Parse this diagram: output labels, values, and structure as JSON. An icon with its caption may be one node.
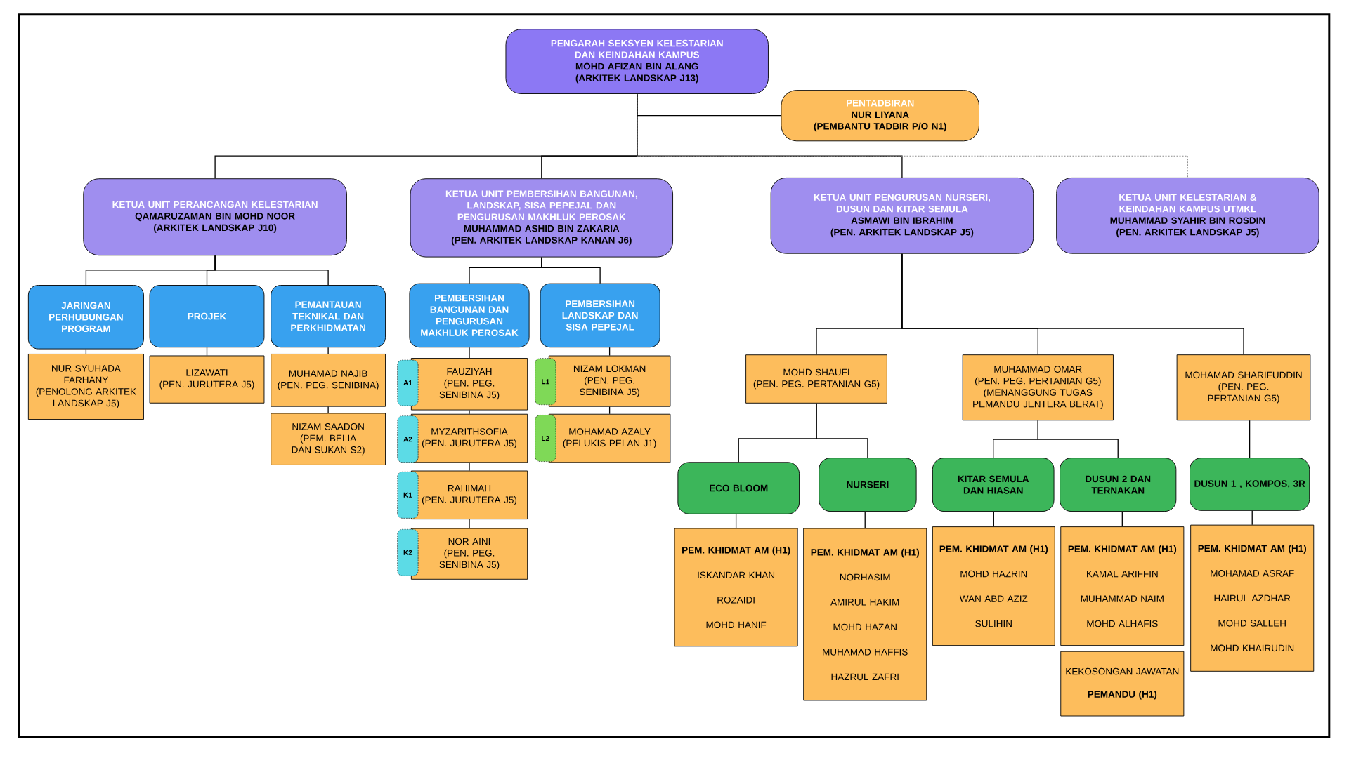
{
  "diagram": {
    "nodes": [
      {
        "text": [
          "PENGARAH SEKSYEN KELESTARIAN DAN KEINDAHAN KAMPUS",
          "MOHD AFIZAN BIN ALANG",
          "(ARKITEK LANDSKAP J13)"
        ]
      },
      {
        "text": [
          "PENTADBIRAN",
          "NUR LIYANA",
          "(PEMBANTU TADBIR P/O N1)"
        ]
      },
      {
        "text": [
          "KETUA UNIT PERANCANGAN KELESTARIAN",
          "QAMARUZAMAN BIN MOHD NOOR",
          "(ARKITEK LANDSKAP J10)"
        ]
      },
      {
        "text": [
          "KETUA UNIT PEMBERSIHAN BANGUNAN, LANDSKAP, SISA PEPEJAL DAN PENGURUSAN MAKHLUK PEROSAK",
          "MUHAMMAD ASHID BIN ZAKARIA",
          "(PEN. ARKITEK LANDSKAP KANAN J6)"
        ]
      },
      {
        "text": [
          "KETUA UNIT PENGURUSAN NURSERI, DUSUN DAN KITAR SEMULA",
          "ASMAWI BIN IBRAHIM",
          "(PEN. ARKITEK LANDSKAP J5)"
        ]
      },
      {
        "text": [
          "KETUA UNIT KELESTARIAN & KEINDAHAN KAMPUS UTMKL",
          "MUHAMMAD SYAHIR BIN ROSDIN",
          "(PEN. ARKITEK LANDSKAP J5)"
        ]
      },
      {
        "text": [
          "JARINGAN PERHUBUNGAN PROGRAM"
        ]
      },
      {
        "text": [
          "PROJEK"
        ]
      },
      {
        "text": [
          "PEMANTAUAN TEKNIKAL DAN PERKHIDMATAN"
        ]
      },
      {
        "text": [
          "PEMBERSIHAN BANGUNAN DAN PENGURUSAN MAKHLUK PEROSAK"
        ]
      },
      {
        "text": [
          "PEMBERSIHAN LANDSKAP DAN SISA PEPEJAL"
        ]
      },
      {
        "text": [
          "NUR SYUHADA FARHANY",
          "(PENOLONG ARKITEK LANDSKAP J5)"
        ]
      },
      {
        "text": [
          "LIZAWATI",
          "(PEN. JURUTERA J5)"
        ]
      },
      {
        "text": [
          "MUHAMAD NAJIB",
          "(PEN. PEG. SENIBINA)"
        ]
      },
      {
        "text": [
          "NIZAM SAADON",
          "(PEM. BELIA DAN SUKAN S2)"
        ]
      },
      {
        "text": [
          "A1"
        ]
      },
      {
        "text": [
          "FAUZIYAH",
          "(PEN. PEG. SENIBINA J5)"
        ]
      },
      {
        "text": [
          "A2"
        ]
      },
      {
        "text": [
          "MYZARITHSOFIA",
          "(PEN. JURUTERA J5)"
        ]
      },
      {
        "text": [
          "K1"
        ]
      },
      {
        "text": [
          "RAHIMAH",
          "(PEN. JURUTERA J5)"
        ]
      },
      {
        "text": [
          "K2"
        ]
      },
      {
        "text": [
          "NOR AINI",
          "(PEN. PEG. SENIBINA J5)"
        ]
      },
      {
        "text": [
          "L1"
        ]
      },
      {
        "text": [
          "NIZAM LOKMAN",
          "(PEN. PEG. SENIBINA J5)"
        ]
      },
      {
        "text": [
          "L2"
        ]
      },
      {
        "text": [
          "MOHAMAD AZALY",
          "(PELUKIS PELAN J1)"
        ]
      },
      {
        "text": [
          "MOHD SHAUFI",
          "(PEN. PEG. PERTANIAN G5)"
        ]
      },
      {
        "text": [
          "MUHAMMAD OMAR",
          "(PEN. PEG. PERTANIAN G5)",
          "(MENANGGUNG TUGAS PEMANDU JENTERA BERAT)"
        ]
      },
      {
        "text": [
          "MOHAMAD SHARIFUDDIN",
          "(PEN. PEG. PERTANIAN G5)"
        ]
      },
      {
        "text": [
          "ECO BLOOM"
        ]
      },
      {
        "text": [
          "NURSERI"
        ]
      },
      {
        "text": [
          "KITAR SEMULA DAN HIASAN"
        ]
      },
      {
        "text": [
          "DUSUN 2 DAN TERNAKAN"
        ]
      },
      {
        "text": [
          "DUSUN 1 , KOMPOS, 3R"
        ]
      },
      {
        "text": [
          "PEM. KHIDMAT AM (H1)",
          "ISKANDAR KHAN",
          "ROZAIDI",
          "MOHD HANIF"
        ]
      },
      {
        "text": [
          "PEM. KHIDMAT AM (H1)",
          "NORHASIM",
          "AMIRUL HAKIM",
          "MOHD HAZAN",
          "MUHAMAD HAFFIS",
          "HAZRUL ZAFRI"
        ]
      },
      {
        "text": [
          "PEM. KHIDMAT AM (H1)",
          "MOHD HAZRIN",
          "WAN ABD AZIZ",
          "SULIHIN"
        ]
      },
      {
        "text": [
          "PEM. KHIDMAT AM (H1)",
          "KAMAL ARIFFIN",
          "MUHAMMAD NAIM",
          "MOHD ALHAFIS"
        ]
      },
      {
        "text": [
          "KEKOSONGAN JAWATAN",
          "PEMANDU (H1)"
        ]
      },
      {
        "text": [
          "PEM. KHIDMAT AM (H1)",
          "MOHAMAD ASRAF",
          "HAIRUL AZDHAR",
          "MOHD SALLEH",
          "MOHD KHAIRUDIN"
        ]
      }
    ],
    "edges": [
      {
        "from": 0,
        "to": 1,
        "arrow": "none"
      },
      {
        "from": 0,
        "to": 2,
        "arrow": "none"
      },
      {
        "from": 0,
        "to": 3,
        "arrow": "none"
      },
      {
        "from": 0,
        "to": 4,
        "arrow": "none"
      },
      {
        "from": 0,
        "to": 5,
        "arrow": "none",
        "style": "dashed",
        "color": "#8a8a8a"
      },
      {
        "from": 2,
        "to": 6,
        "arrow": "none"
      },
      {
        "from": 2,
        "to": 7,
        "arrow": "none"
      },
      {
        "from": 2,
        "to": 8,
        "arrow": "none"
      },
      {
        "from": 6,
        "to": 11,
        "arrow": "none"
      },
      {
        "from": 7,
        "to": 12,
        "arrow": "none"
      },
      {
        "from": 8,
        "to": 13,
        "arrow": "none"
      },
      {
        "from": 13,
        "to": 14,
        "arrow": "none"
      },
      {
        "from": 3,
        "to": 9,
        "arrow": "none"
      },
      {
        "from": 3,
        "to": 10,
        "arrow": "none"
      },
      {
        "from": 9,
        "to": 16,
        "arrow": "none"
      },
      {
        "from": 16,
        "to": 18,
        "arrow": "none"
      },
      {
        "from": 18,
        "to": 20,
        "arrow": "none"
      },
      {
        "from": 20,
        "to": 22,
        "arrow": "none"
      },
      {
        "from": 10,
        "to": 24,
        "arrow": "none"
      },
      {
        "from": 24,
        "to": 26,
        "arrow": "none"
      },
      {
        "from": 4,
        "to": 27,
        "arrow": "none"
      },
      {
        "from": 4,
        "to": 28,
        "arrow": "none"
      },
      {
        "from": 4,
        "to": 29,
        "arrow": "none"
      },
      {
        "from": 27,
        "to": 30,
        "arrow": "none"
      },
      {
        "from": 27,
        "to": 31,
        "arrow": "none"
      },
      {
        "from": 28,
        "to": 32,
        "arrow": "none"
      },
      {
        "from": 28,
        "to": 33,
        "arrow": "none"
      },
      {
        "from": 29,
        "to": 34,
        "arrow": "none"
      },
      {
        "from": 30,
        "to": 35,
        "arrow": "none"
      },
      {
        "from": 31,
        "to": 36,
        "arrow": "none"
      },
      {
        "from": 32,
        "to": 37,
        "arrow": "none"
      },
      {
        "from": 33,
        "to": 38,
        "arrow": "none"
      },
      {
        "from": 34,
        "to": 40,
        "arrow": "none"
      }
    ]
  }
}
